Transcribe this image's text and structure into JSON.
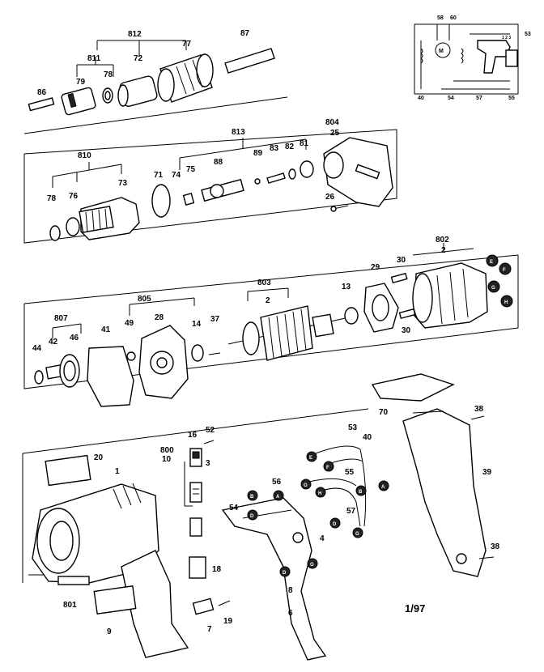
{
  "labels": {
    "n812": "812",
    "n77": "77",
    "n87": "87",
    "n811": "811",
    "n72": "72",
    "n79": "79",
    "n78a": "78",
    "n86": "86",
    "n813": "813",
    "n804": "804",
    "n25": "25",
    "n810": "810",
    "n73": "73",
    "n71": "71",
    "n74": "74",
    "n75": "75",
    "n88": "88",
    "n89": "89",
    "n83": "83",
    "n82": "82",
    "n81": "81",
    "n78b": "78",
    "n76": "76",
    "n26": "26",
    "n802": "802",
    "n2a": "2",
    "n29": "29",
    "n30a": "30",
    "n803": "803",
    "n2b": "2",
    "n13": "13",
    "n30b": "30",
    "n805": "805",
    "n807": "807",
    "n28": "28",
    "n49": "49",
    "n41": "41",
    "n14": "14",
    "n37": "37",
    "n42": "42",
    "n46": "46",
    "n44": "44",
    "n70": "70",
    "n38a": "38",
    "n39": "39",
    "n38b": "38",
    "n20": "20",
    "n1": "1",
    "n16": "16",
    "n52": "52",
    "n800": "800",
    "n10": "10",
    "n3": "3",
    "n18": "18",
    "n7": "7",
    "n19": "19",
    "n801": "801",
    "n9": "9",
    "n53": "53",
    "n40": "40",
    "n55": "55",
    "n56": "56",
    "n54": "54",
    "n57": "57",
    "n4": "4",
    "n8": "8",
    "n6": "6",
    "s58": "58",
    "s60": "60",
    "s53": "53",
    "s40": "40",
    "s54": "54",
    "s57": "57",
    "s55": "55",
    "s123": "1 2 3"
  },
  "footer": {
    "date": "1/97"
  }
}
